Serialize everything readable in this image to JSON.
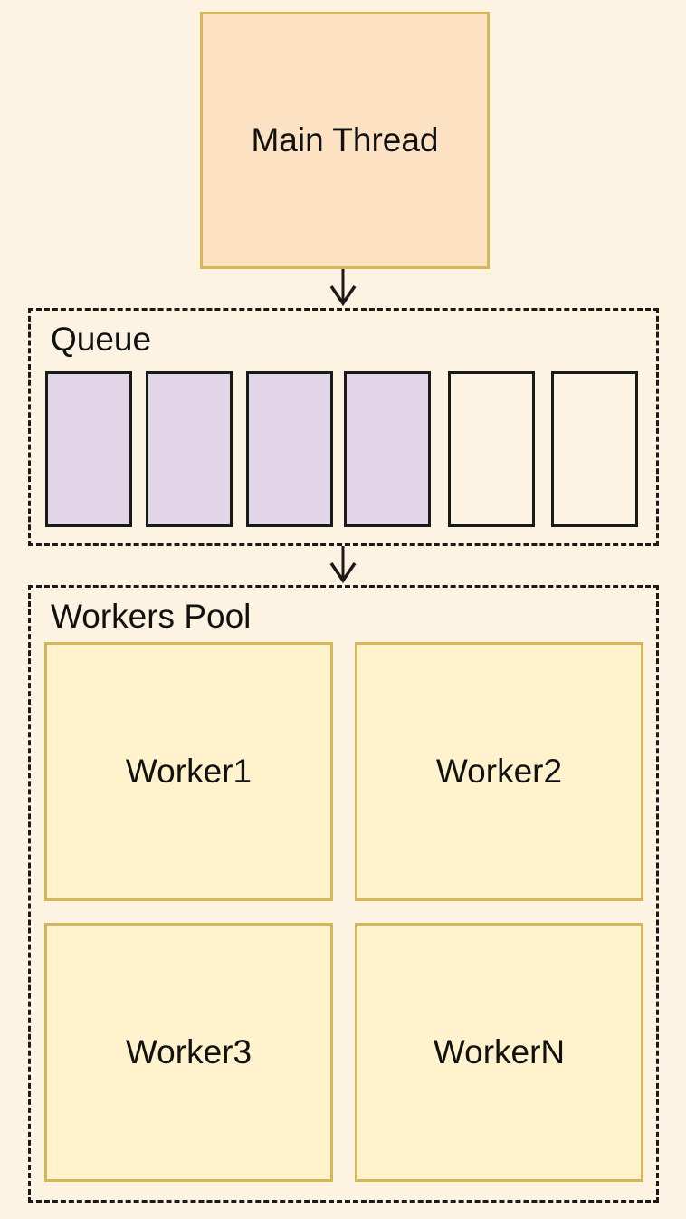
{
  "main_thread": {
    "label": "Main Thread",
    "fill": "#fde1c3",
    "stroke": "#d6b656"
  },
  "queue": {
    "label": "Queue",
    "slots": [
      {
        "filled": true
      },
      {
        "filled": true
      },
      {
        "filled": true
      },
      {
        "filled": true
      },
      {
        "filled": false
      },
      {
        "filled": false
      }
    ],
    "filled_color": "#e1d5e7"
  },
  "workers_pool": {
    "label": "Workers Pool",
    "workers": [
      {
        "label": "Worker1"
      },
      {
        "label": "Worker2"
      },
      {
        "label": "Worker3"
      },
      {
        "label": "WorkerN"
      }
    ],
    "fill": "#fff2cc",
    "stroke": "#d6b656"
  },
  "background": "#fdf3e3"
}
